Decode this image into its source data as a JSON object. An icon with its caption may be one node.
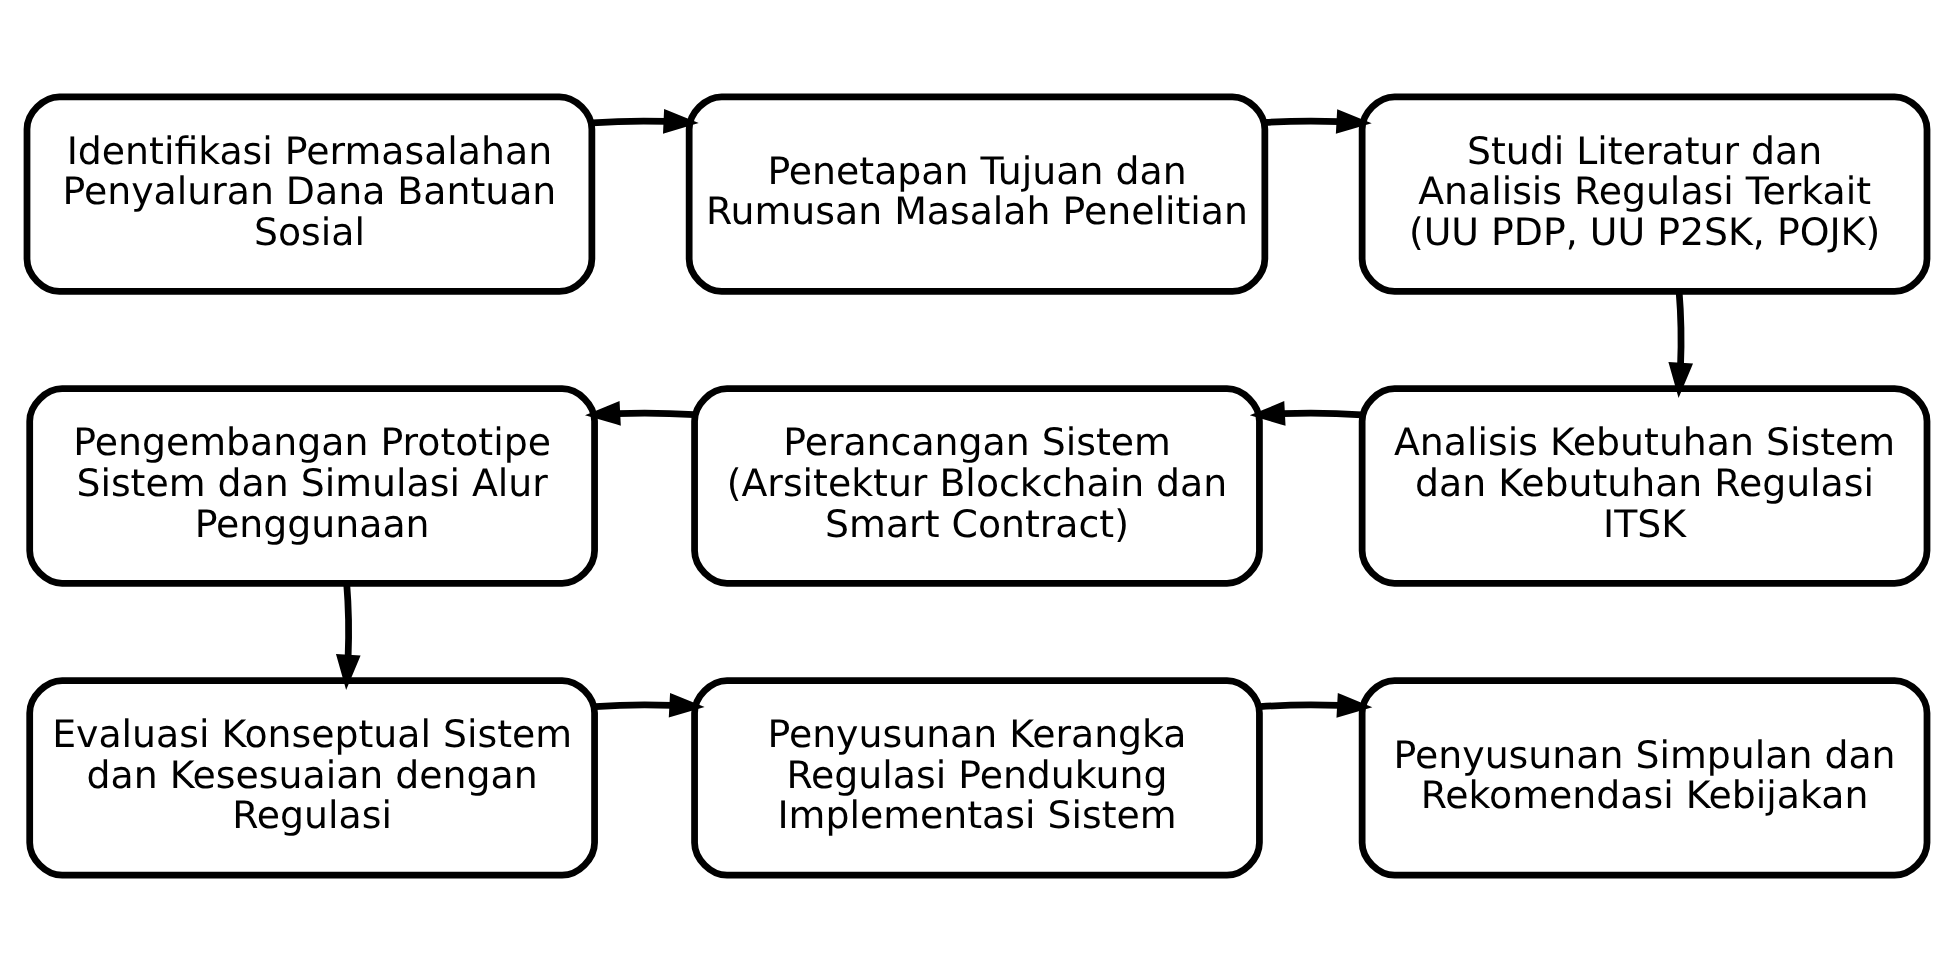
{
  "diagram": {
    "nodes": [
      {
        "text": [
          "Identifikasi Permasalahan Penyaluran Dana Bantuan Sosial"
        ]
      },
      {
        "text": [
          "Penetapan Tujuan dan Rumusan Masalah Penelitian"
        ]
      },
      {
        "text": [
          "Studi Literatur dan Analisis Regulasi Terkait (UU PDP, UU P2SK, POJK)"
        ]
      },
      {
        "text": [
          "Analisis Kebutuhan Sistem dan Kebutuhan Regulasi ITSK"
        ]
      },
      {
        "text": [
          "Perancangan Sistem (Arsitektur Blockchain dan Smart Contract)"
        ]
      },
      {
        "text": [
          "Pengembangan Prototipe Sistem dan Simulasi Alur Penggunaan"
        ]
      },
      {
        "text": [
          "Evaluasi Konseptual Sistem dan Kesesuaian dengan Regulasi"
        ]
      },
      {
        "text": [
          "Penyusunan Kerangka Regulasi Pendukung Implementasi Sistem"
        ]
      },
      {
        "text": [
          "Penyusunan Simpulan dan Rekomendasi Kebijakan"
        ]
      }
    ],
    "edges": [
      {
        "from": 0,
        "to": 1,
        "arrow": "to"
      },
      {
        "from": 1,
        "to": 2,
        "arrow": "to"
      },
      {
        "from": 2,
        "to": 3,
        "arrow": "to"
      },
      {
        "from": 3,
        "to": 4,
        "arrow": "to"
      },
      {
        "from": 4,
        "to": 5,
        "arrow": "to"
      },
      {
        "from": 5,
        "to": 6,
        "arrow": "to"
      },
      {
        "from": 6,
        "to": 7,
        "arrow": "to"
      },
      {
        "from": 7,
        "to": 8,
        "arrow": "to"
      }
    ]
  }
}
